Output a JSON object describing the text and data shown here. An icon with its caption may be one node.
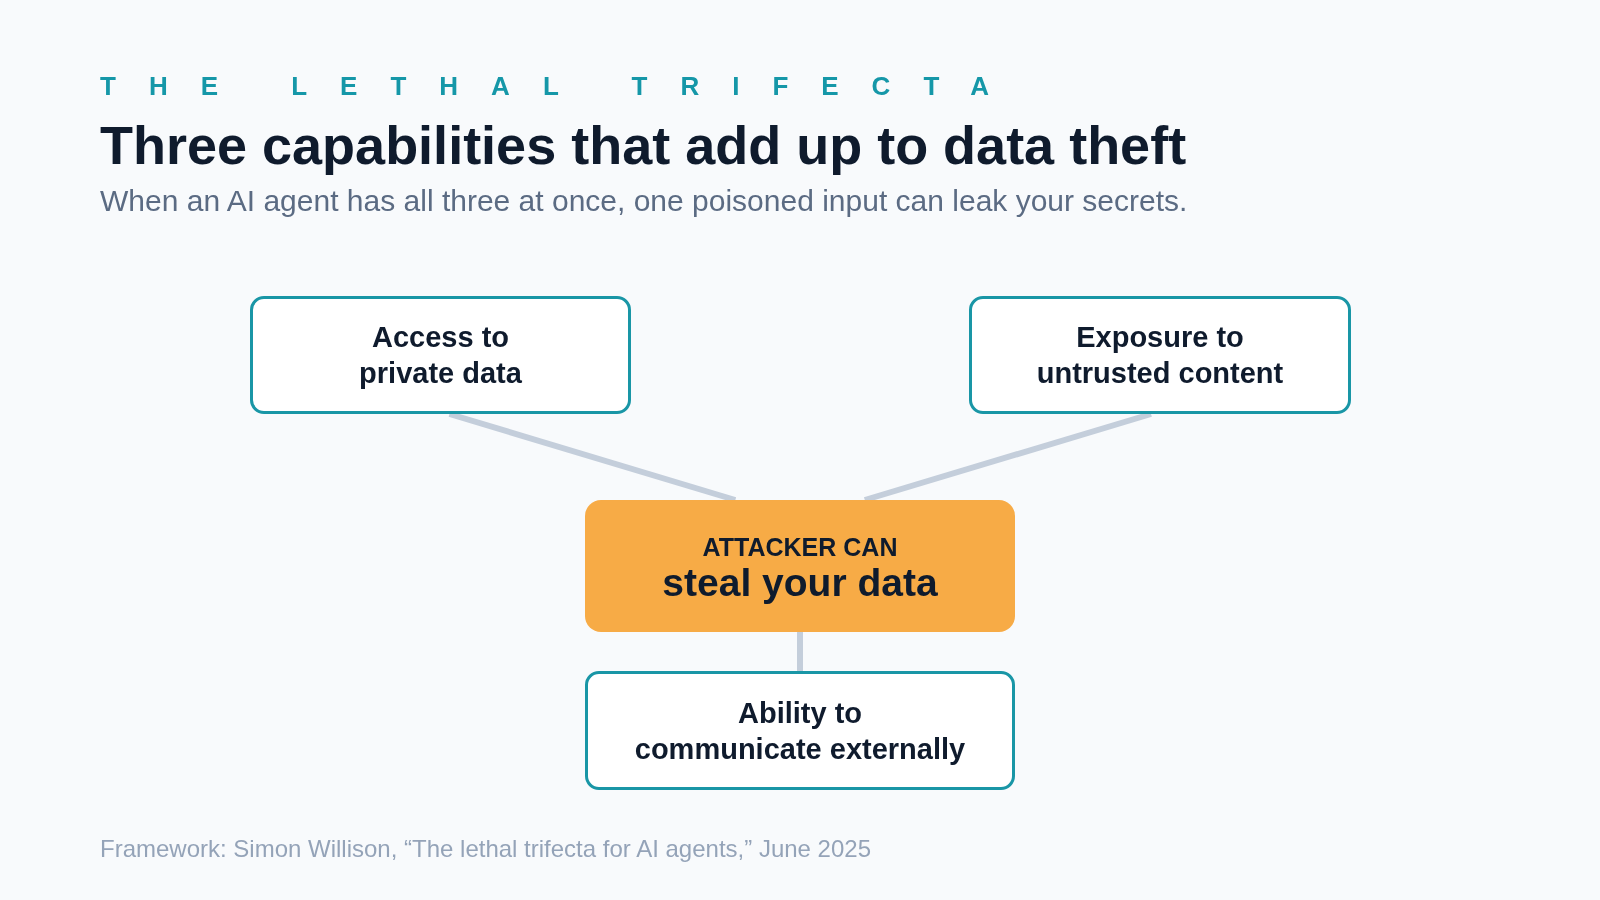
{
  "diagram": {
    "title": "Three capabilities that add up to data theft",
    "caption": "Framework: Simon Willison, “The lethal trifecta for AI agents,” June 2025",
    "nodes": [
      {
        "text": [
          "Access to private data"
        ]
      },
      {
        "text": [
          "Exposure to untrusted content"
        ]
      },
      {
        "text": [
          "ATTACKER CAN",
          "steal your data"
        ]
      },
      {
        "text": [
          "Ability to communicate externally"
        ]
      }
    ],
    "edges": [
      {
        "from": 0,
        "to": 2,
        "arrow": "none"
      },
      {
        "from": 1,
        "to": 2,
        "arrow": "none"
      },
      {
        "from": 2,
        "to": 3,
        "arrow": "none"
      }
    ],
    "labels": [
      "THE LETHAL TRIFECTA",
      "When an AI agent has all three at once, one poisoned input can leak your secrets."
    ]
  }
}
